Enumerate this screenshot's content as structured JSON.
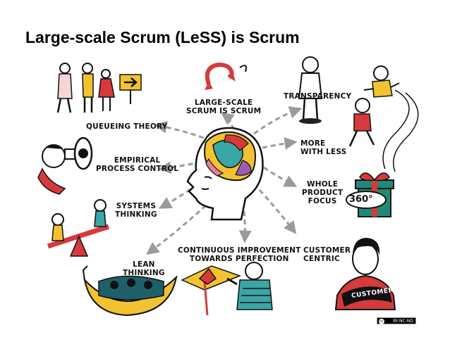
{
  "slide": {
    "title": "Large-scale Scrum (LeSS) is Scrum"
  },
  "center": {
    "label_line1": "LARGE-SCALE",
    "label_line2": "SCRUM IS SCRUM"
  },
  "principles": {
    "queueing_theory": "QUEUEING THEORY",
    "empirical_line1": "EMPIRICAL",
    "empirical_line2": "PROCESS CONTROL",
    "systems_line1": "SYSTEMS",
    "systems_line2": "THINKING",
    "lean_line1": "LEAN",
    "lean_line2": "THINKING",
    "continuous_line1": "CONTINUOUS IMPROVEMENT",
    "continuous_line2": "TOWARDS PERFECTION",
    "transparency": "TRANSPARENCY",
    "more_line1": "MORE",
    "more_line2": "WITH LESS",
    "whole_line1": "WHOLE",
    "whole_line2": "PRODUCT",
    "whole_line3": "FOCUS",
    "customer_line1": "CUSTOMER",
    "customer_line2": "CENTRIC"
  },
  "illustration_text": {
    "badge_360": "360°",
    "shirt_text": "CUSTOMER"
  },
  "license": {
    "text": "BY-NC-ND",
    "cc": "cc"
  },
  "colors": {
    "accent_red": "#d63a3a",
    "brain_yellow": "#f2c230",
    "brain_teal": "#3aa6a6",
    "gift_green": "#1f8a78",
    "arrow_gray": "#9a9a9a"
  }
}
